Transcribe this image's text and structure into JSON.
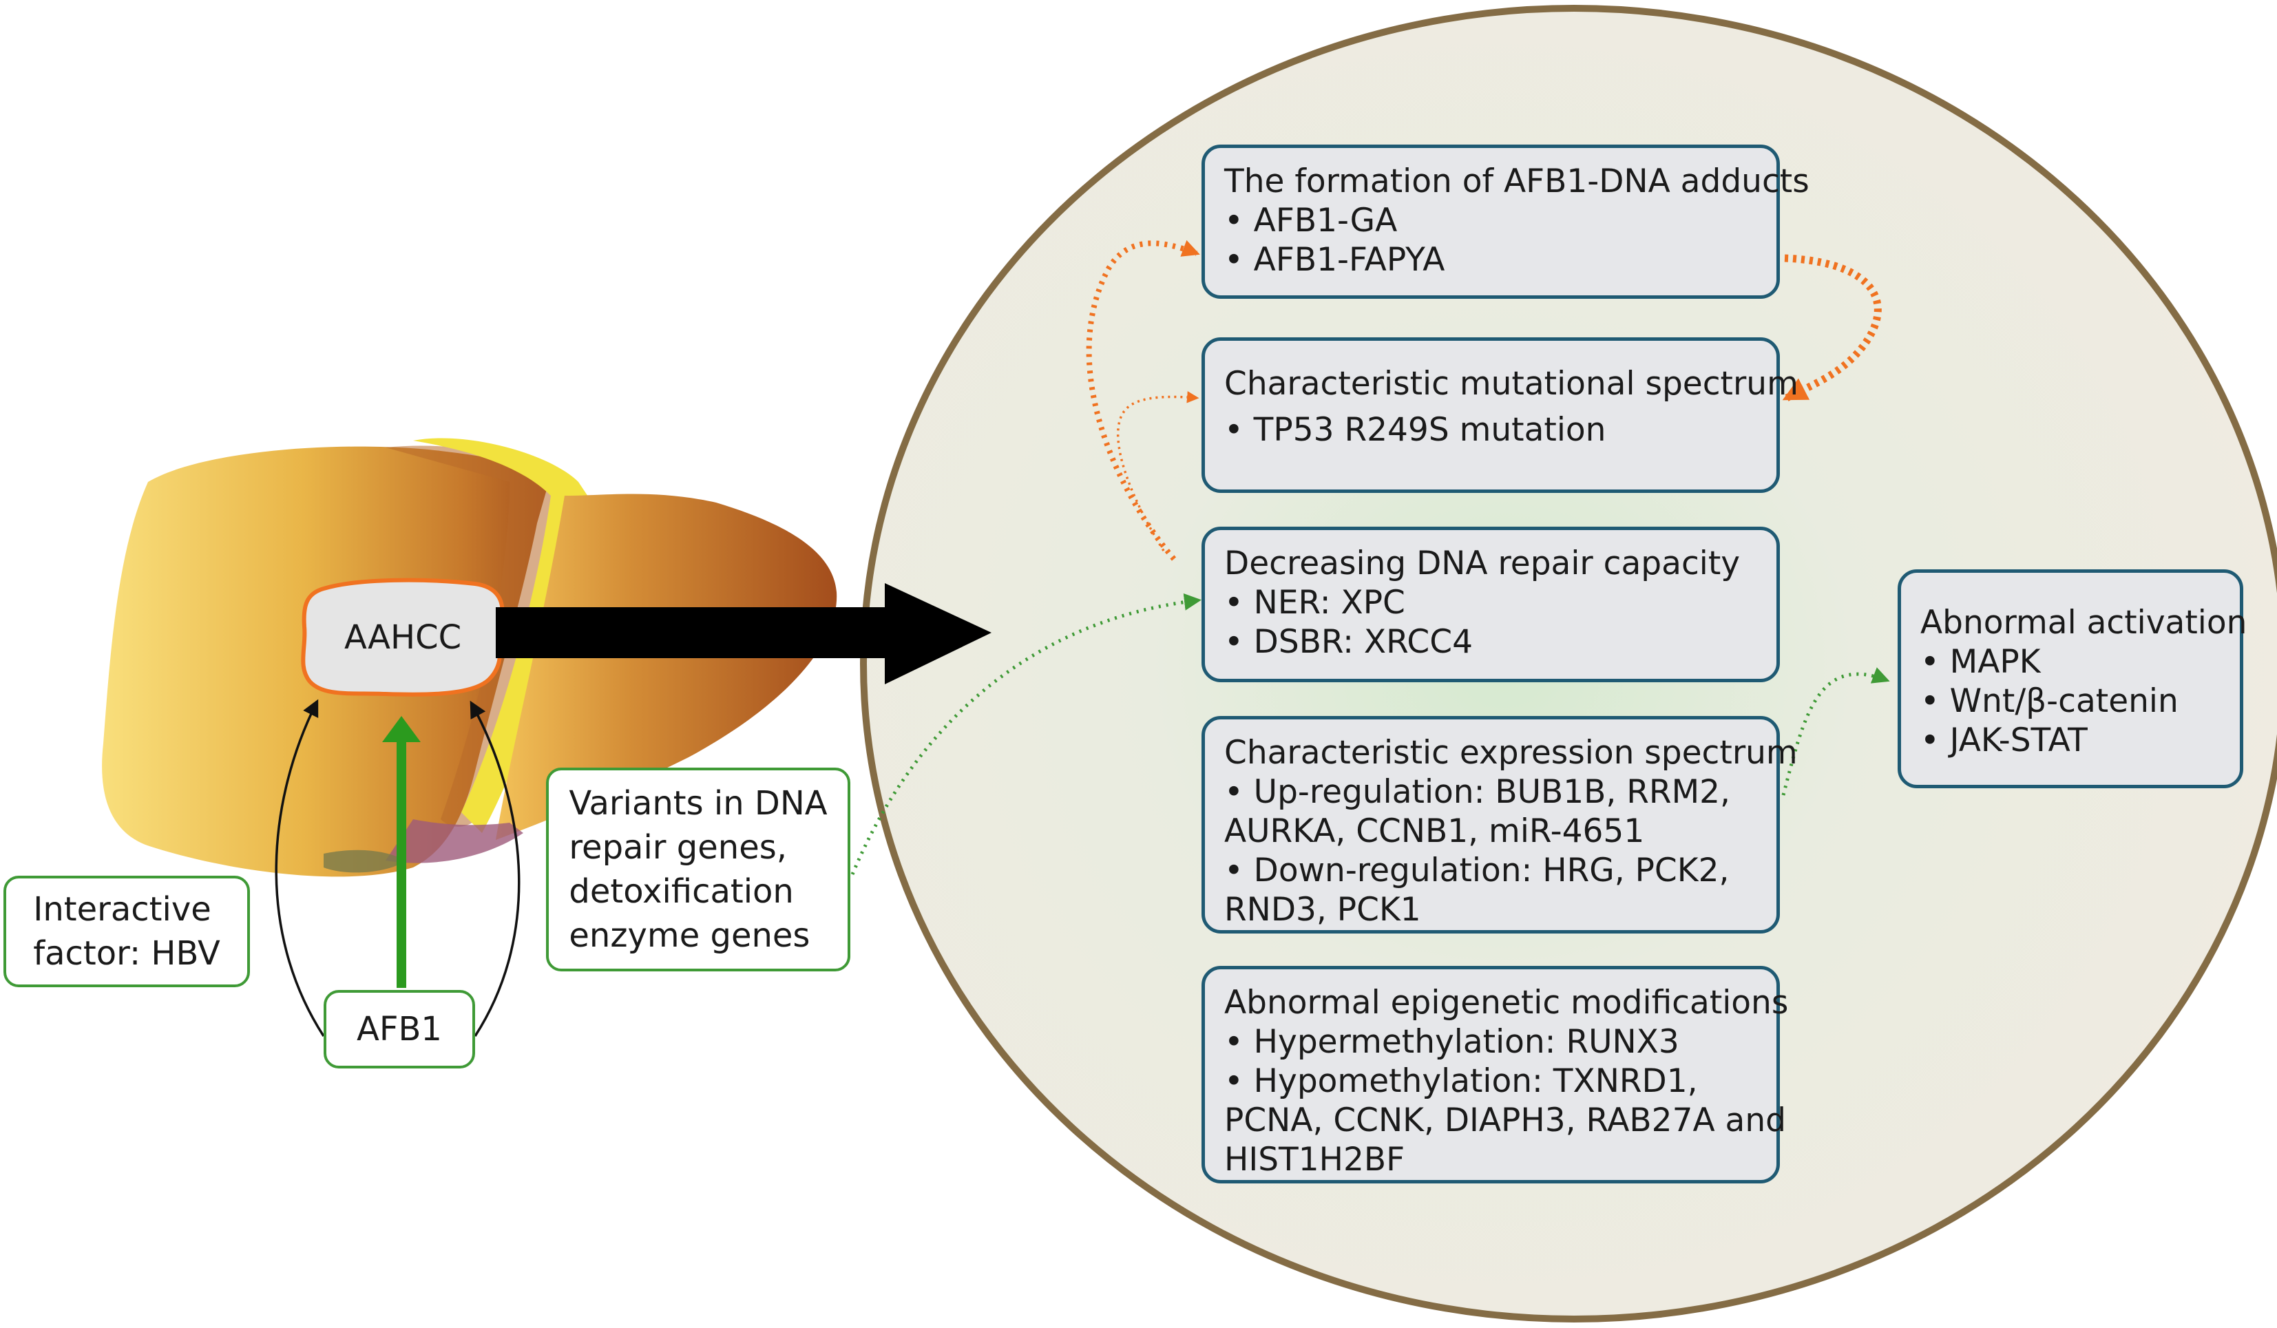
{
  "diagram": {
    "aahcc": "AAHCC",
    "afb1": "AFB1",
    "interactive_factor": [
      "Interactive",
      "factor: HBV"
    ],
    "variants": [
      "Variants in DNA",
      "repair genes,",
      "detoxification",
      "enzyme genes"
    ],
    "boxes": {
      "adducts": {
        "title": "The formation of AFB1-DNA adducts",
        "items": [
          "• AFB1-GA",
          "• AFB1-FAPYA"
        ]
      },
      "mutational": {
        "title": "Characteristic mutational spectrum",
        "items": [
          "• TP53 R249S mutation"
        ]
      },
      "repair": {
        "title": "Decreasing DNA repair capacity",
        "items": [
          "• NER: XPC",
          "• DSBR: XRCC4"
        ]
      },
      "expression": {
        "title": "Characteristic expression spectrum",
        "items": [
          "• Up-regulation: BUB1B, RRM2,",
          "AURKA, CCNB1, miR-4651",
          "• Down-regulation: HRG, PCK2,",
          "RND3, PCK1"
        ]
      },
      "epigenetic": {
        "title": "Abnormal epigenetic modifications",
        "items": [
          "• Hypermethylation: RUNX3",
          "• Hypomethylation: TXNRD1,",
          "PCNA, CCNK, DIAPH3, RAB27A and",
          "HIST1H2BF"
        ]
      },
      "activation": {
        "title": "Abnormal activation",
        "items": [
          "• MAPK",
          "• Wnt/β-catenin",
          "• JAK-STAT"
        ]
      }
    },
    "colors": {
      "circle_border": "#846c45",
      "circle_fill": "#efebe1",
      "box_border": "#1f5a73",
      "box_fill": "#e6e7ea",
      "green": "#3f9a36",
      "orange": "#f07220",
      "liver_light": "#f5c95a",
      "liver_dark": "#a9531f"
    }
  }
}
